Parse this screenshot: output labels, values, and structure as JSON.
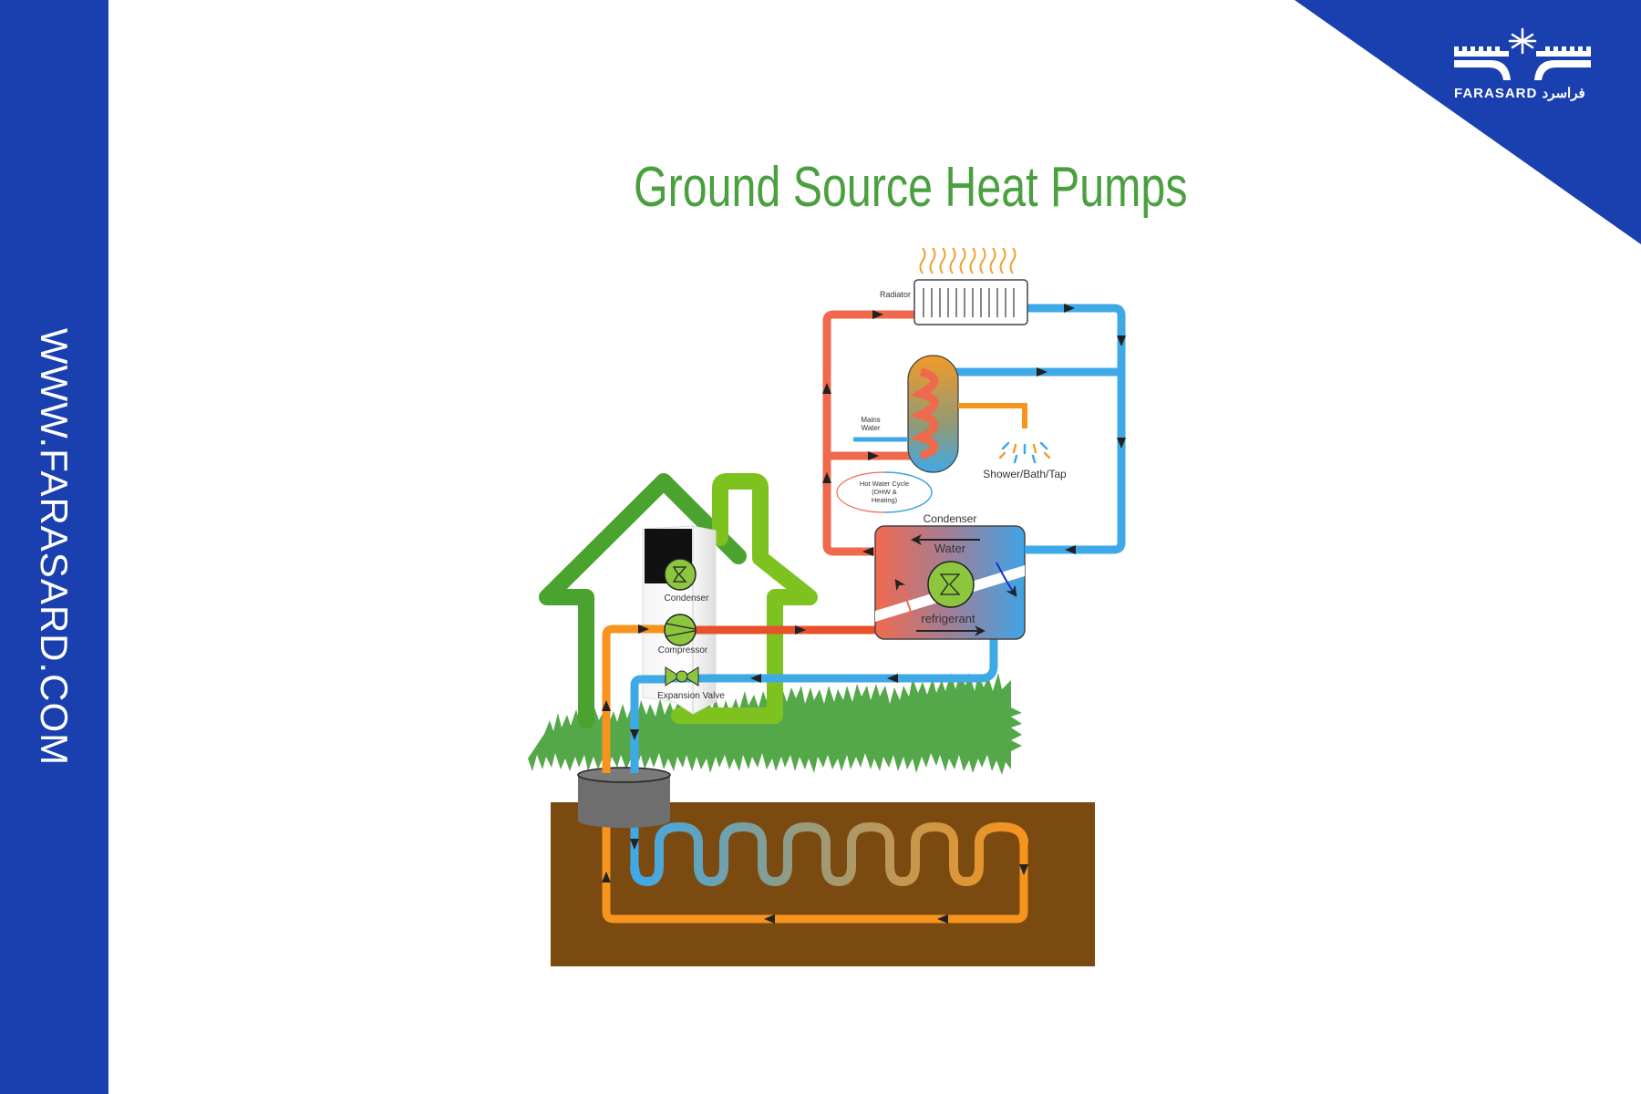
{
  "brand": {
    "name": "FARASARD",
    "name_farsi": "فراسرد",
    "website": "WWW.FARASARD.COM",
    "primary_color": "#1a40b0"
  },
  "title": "Ground Source Heat Pumps",
  "title_color": "#4aa03f",
  "diagram": {
    "labels": {
      "radiator": "Radiator",
      "mains_water_line1": "Mains",
      "mains_water_line2": "Water",
      "shower": "Shower/Bath/Tap",
      "cycle_line1": "Hot Water Cycle",
      "cycle_line2": "(DHW &",
      "cycle_line3": "Heating)",
      "condenser_top": "Condenser",
      "water": "Water",
      "refrigerant": "refrigerant",
      "unit_condenser": "Condenser",
      "unit_compressor": "Compressor",
      "unit_expansion_valve": "Expansion Valve"
    },
    "colors": {
      "hot_pipe": "#ef6a4c",
      "cold_pipe": "#3fa9e8",
      "ground_pipe": "#f7941d",
      "house_dark_green": "#4ba32f",
      "house_light_green": "#7dc21e",
      "grass": "#55a84a",
      "soil": "#7a4a10",
      "component_green": "#8cc63f"
    }
  }
}
